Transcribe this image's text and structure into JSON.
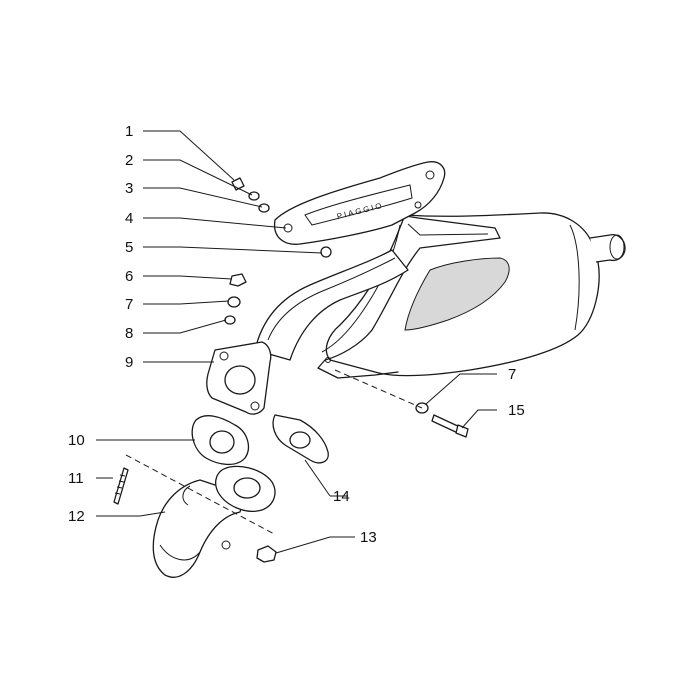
{
  "diagram": {
    "brand_text": "PIAGGIO",
    "callouts": [
      {
        "id": "c1",
        "label": "1"
      },
      {
        "id": "c2",
        "label": "2"
      },
      {
        "id": "c3",
        "label": "3"
      },
      {
        "id": "c4",
        "label": "4"
      },
      {
        "id": "c5",
        "label": "5"
      },
      {
        "id": "c6",
        "label": "6"
      },
      {
        "id": "c7a",
        "label": "7"
      },
      {
        "id": "c8",
        "label": "8"
      },
      {
        "id": "c9",
        "label": "9"
      },
      {
        "id": "c10",
        "label": "10"
      },
      {
        "id": "c11",
        "label": "11"
      },
      {
        "id": "c12",
        "label": "12"
      },
      {
        "id": "c13",
        "label": "13"
      },
      {
        "id": "c14",
        "label": "14"
      },
      {
        "id": "c7b",
        "label": "7"
      },
      {
        "id": "c15",
        "label": "15"
      }
    ]
  }
}
